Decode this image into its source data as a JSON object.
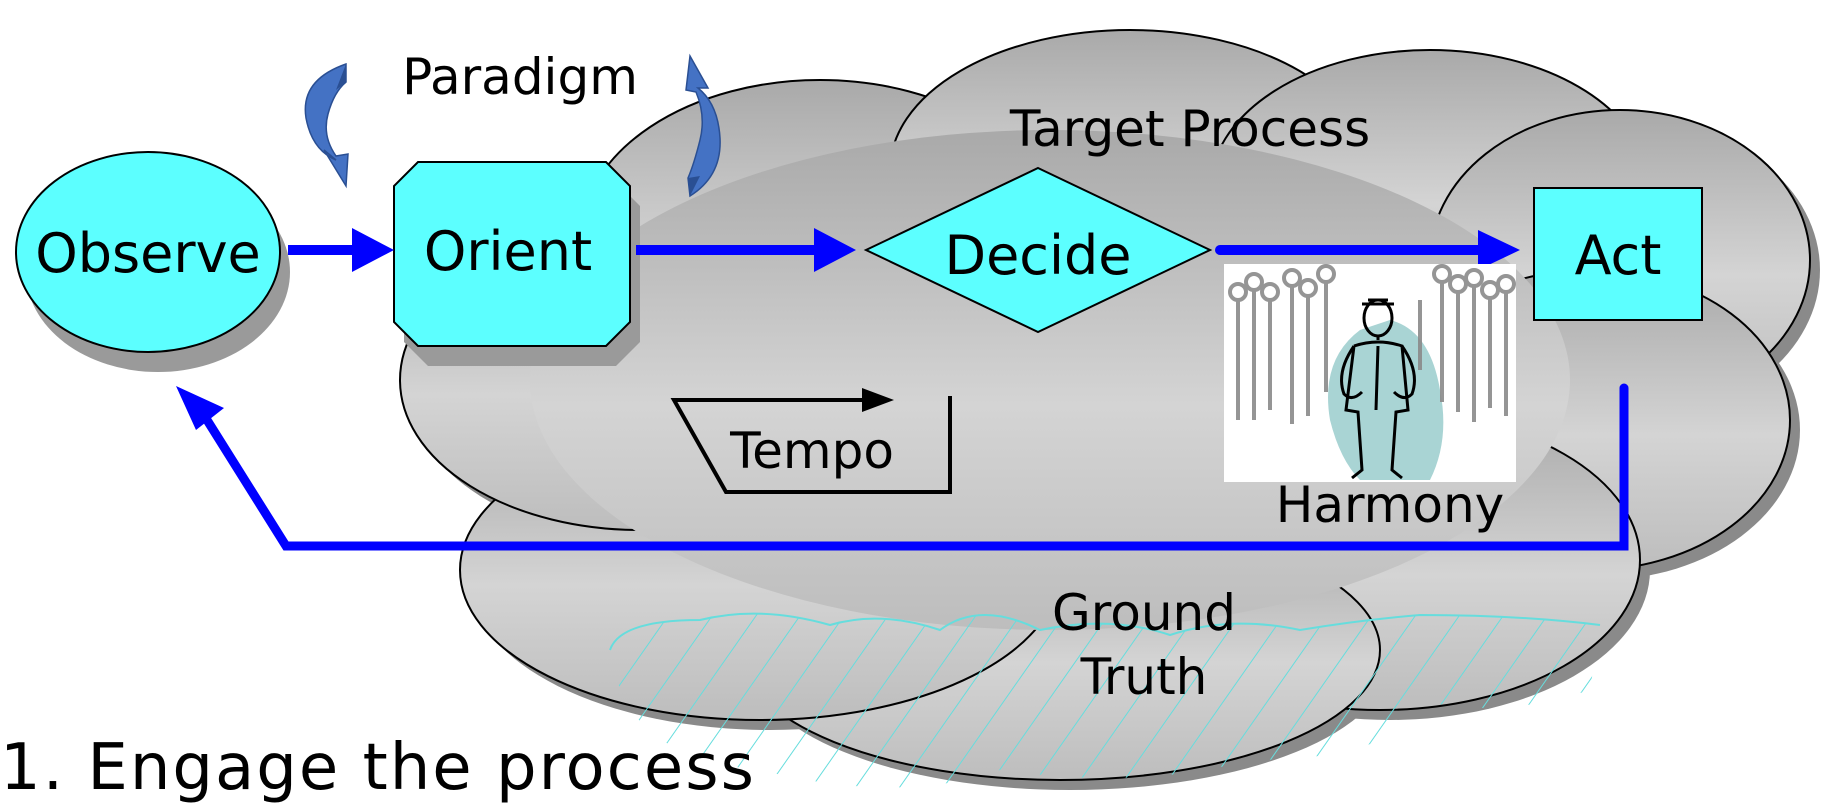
{
  "nodes": {
    "observe": "Observe",
    "orient": "Orient",
    "decide": "Decide",
    "act": "Act"
  },
  "labels": {
    "paradigm": "Paradigm",
    "target_process": "Target Process",
    "tempo": "Tempo",
    "harmony": "Harmony",
    "ground_truth_line1": "Ground",
    "ground_truth_line2": "Truth"
  },
  "caption": {
    "step": "1. Engage the process"
  },
  "colors": {
    "node_fill": "#5cffff",
    "arrow": "#0000ff",
    "cloud": "#cfcfcf",
    "hatch": "#66dddd",
    "paradigm_arrow": "#4472c4"
  },
  "icons": {
    "paradigm_left": "curved-arrow-icon",
    "paradigm_right": "curved-arrow-icon",
    "harmony": "crowd-figure-icon"
  }
}
